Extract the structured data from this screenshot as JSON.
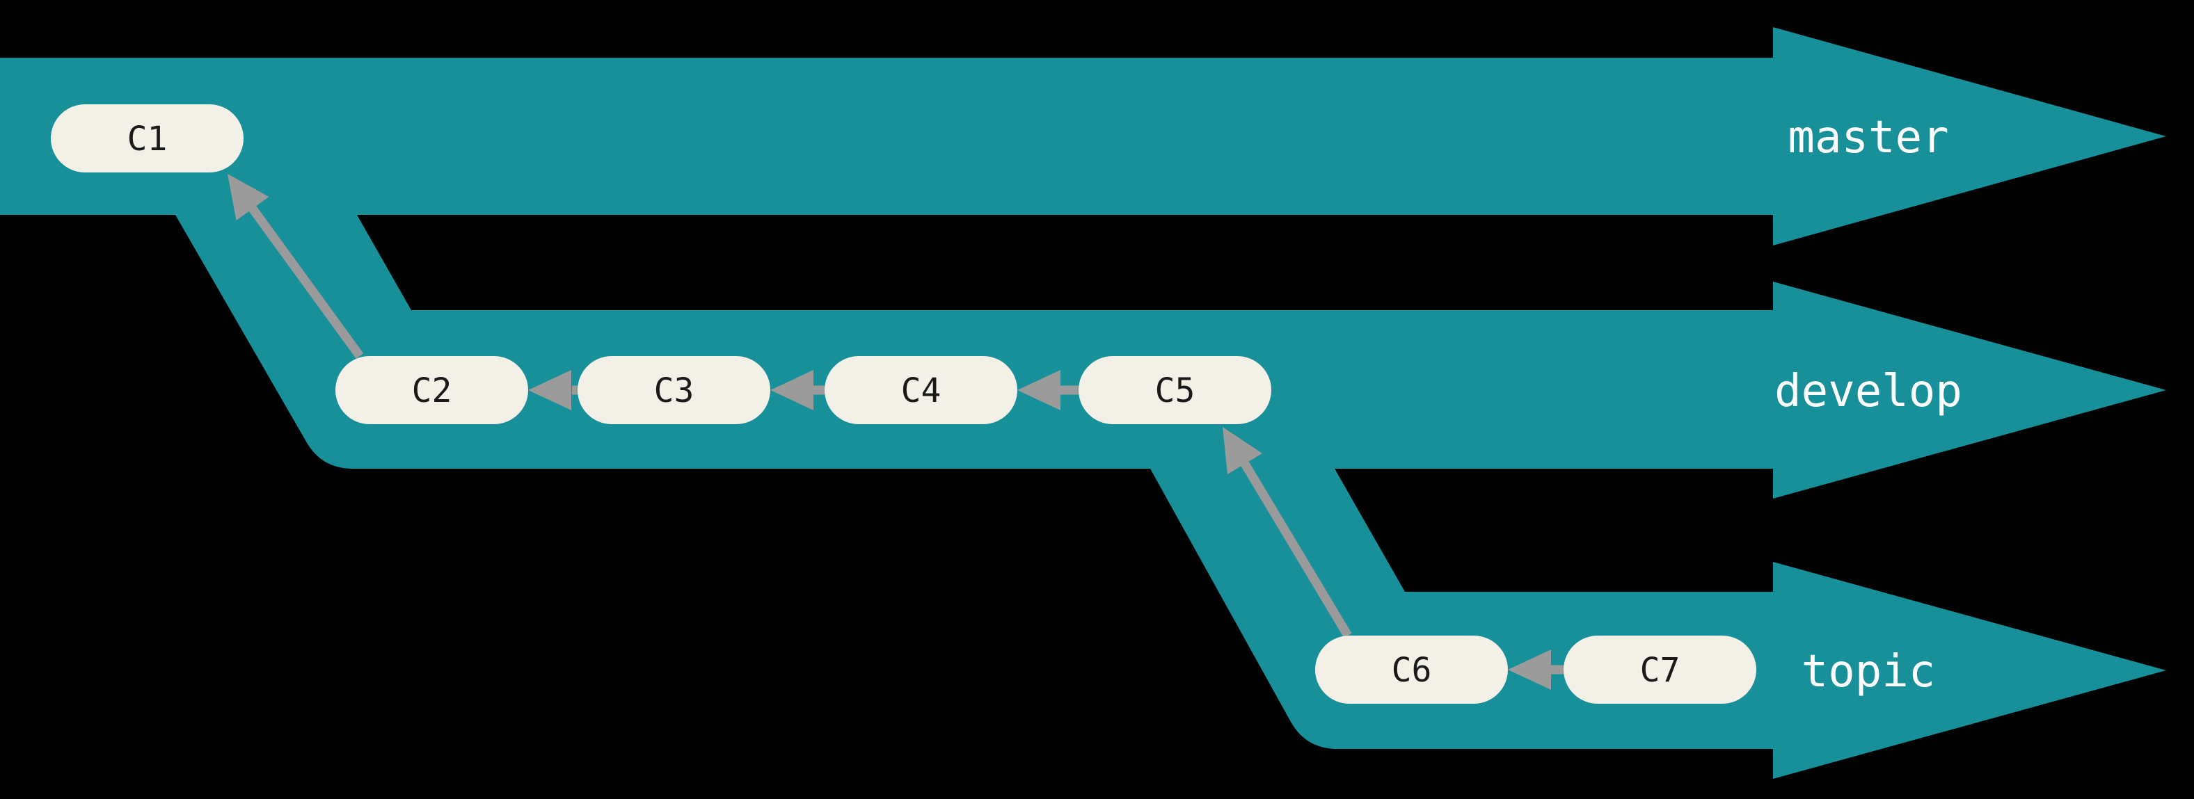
{
  "colors": {
    "background": "#000000",
    "branch_fill": "#17909A",
    "commit_fill": "#F2F0E7",
    "commit_text": "#1A1A1A",
    "arrow": "#9B9B9B",
    "label_text": "#FFFFFF"
  },
  "diagram": {
    "type": "git-branch-flow",
    "branches": [
      {
        "label": "master",
        "commits": [
          "C1"
        ]
      },
      {
        "label": "develop",
        "commits": [
          "C2",
          "C3",
          "C4",
          "C5"
        ]
      },
      {
        "label": "topic",
        "commits": [
          "C6",
          "C7"
        ]
      }
    ],
    "edges": [
      {
        "from": "C2",
        "to": "C1"
      },
      {
        "from": "C3",
        "to": "C2"
      },
      {
        "from": "C4",
        "to": "C3"
      },
      {
        "from": "C5",
        "to": "C4"
      },
      {
        "from": "C6",
        "to": "C5"
      },
      {
        "from": "C7",
        "to": "C6"
      }
    ]
  }
}
